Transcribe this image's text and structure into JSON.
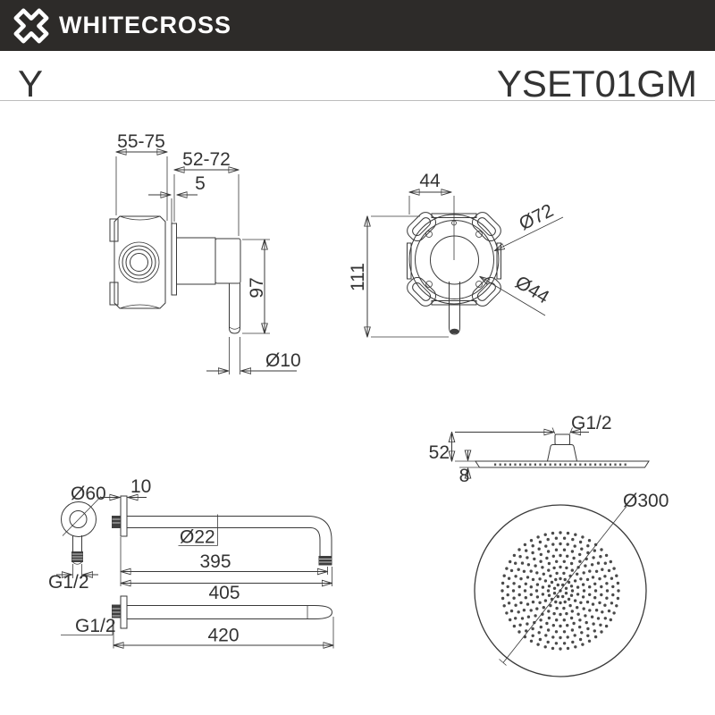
{
  "header": {
    "brand": "WHITECROSS"
  },
  "title": {
    "series": "Y",
    "model": "YSET01GM"
  },
  "colors": {
    "header_bg": "#2d2b29",
    "line": "#3a3a3a",
    "text": "#333333"
  },
  "drawings": {
    "mixer_side": {
      "width_range": "55-75",
      "depth_range": "52-72",
      "plate_thickness": "5",
      "handle_drop": "97",
      "handle_dia": "Ø10"
    },
    "mixer_front": {
      "box_width": "44",
      "total_height": "111",
      "trim_dia": "Ø72",
      "rosette_dia": "Ø44"
    },
    "head_side": {
      "thread": "G1/2",
      "connector_height": "52",
      "edge_thickness": "8"
    },
    "head_top": {
      "dia": "Ø300"
    },
    "arm": {
      "flange_dia": "Ø60",
      "thread_front": "G1/2",
      "wall_plate": "10",
      "tube_dia": "Ø22",
      "length_inner": "395",
      "length_outer": "405",
      "thread_bottom": "G1/2",
      "length_total": "420"
    }
  }
}
